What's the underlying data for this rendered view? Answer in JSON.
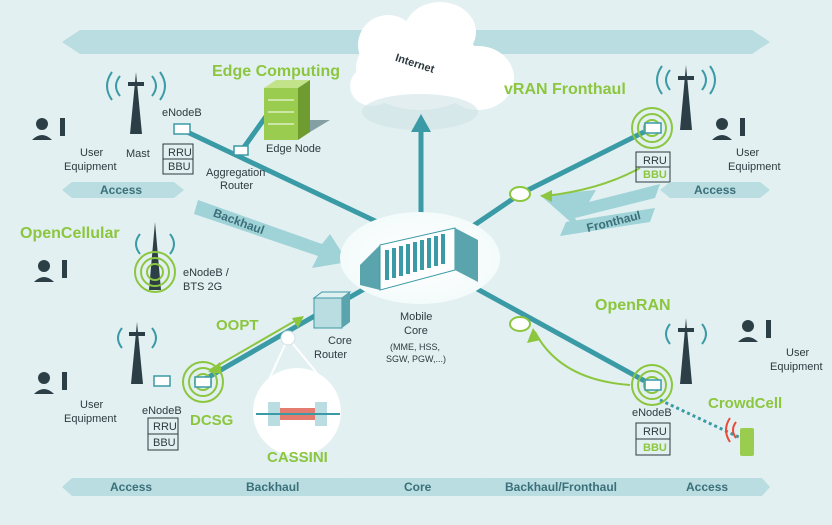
{
  "colors": {
    "background": "#e2f0f1",
    "link": "#3a9aa5",
    "accent_green": "#8cc63f",
    "band": "#b9dde0",
    "text": "#2d3a40"
  },
  "top_labels": {
    "internet": "Internet",
    "edge_computing": "Edge Computing",
    "vran_fronthaul": "vRAN Fronthaul",
    "opencellular": "OpenCellular",
    "openran": "OpenRAN",
    "crowdcell": "CrowdCell",
    "oopt": "OOPT",
    "dcsg": "DCSG",
    "cassini": "CASSINI"
  },
  "left_site": {
    "enodeb": "eNodeB",
    "mast": "Mast",
    "rru": "RRU",
    "bbu": "BBU",
    "user_equipment": [
      "User",
      "Equipment"
    ],
    "edge_node": "Edge Node",
    "aggregation_router": [
      "Aggregation",
      "Router"
    ],
    "access_band": "Access",
    "backhaul_arrow": "Backhaul"
  },
  "right_site": {
    "rru": "RRU",
    "bbu": "BBU",
    "user_equipment": [
      "User",
      "Equipment"
    ],
    "access_band": "Access",
    "fronthaul_arrow": "Fronthaul"
  },
  "middle_left": {
    "enodeb_bts": [
      "eNodeB /",
      "BTS 2G"
    ]
  },
  "bottom_left": {
    "user_equipment": [
      "User",
      "Equipment"
    ],
    "enodeb": "eNodeB",
    "rru": "RRU",
    "bbu": "BBU",
    "core_router": [
      "Core",
      "Router"
    ]
  },
  "core": {
    "label": [
      "Mobile",
      "Core"
    ],
    "functions": [
      "(MME, HSS,",
      "SGW, PGW,...)"
    ]
  },
  "bottom_right": {
    "user_equipment": [
      "User",
      "Equipment"
    ],
    "enodeb": "eNodeB",
    "rru": "RRU",
    "bbu": "BBU"
  },
  "bottom_bar": [
    "Access",
    "Backhaul",
    "Core",
    "Backhaul/Fronthaul",
    "Access"
  ]
}
